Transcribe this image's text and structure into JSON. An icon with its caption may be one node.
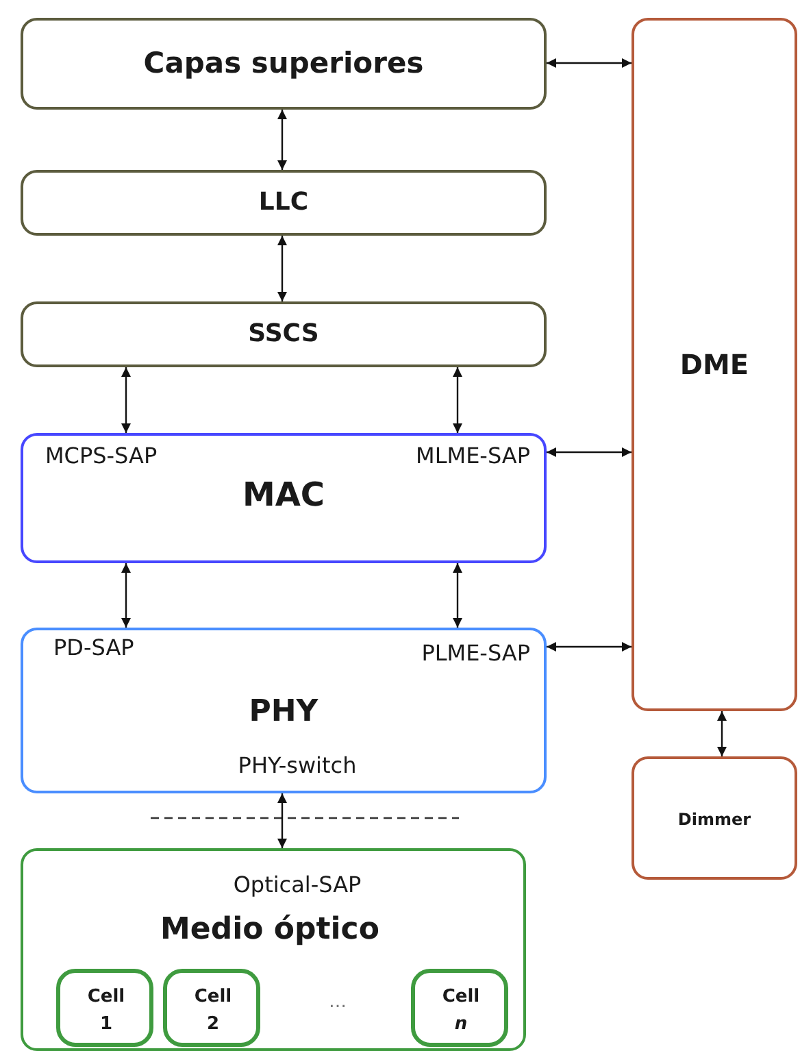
{
  "diagram": {
    "nodes": [
      {
        "text": [
          "Capas superiores"
        ]
      },
      {
        "text": [
          "LLC"
        ]
      },
      {
        "text": [
          "SSCS"
        ]
      },
      {
        "text": [
          "MCPS-SAP",
          "MLME-SAP",
          "MAC"
        ]
      },
      {
        "text": [
          "PD-SAP",
          "PLME-SAP",
          "PHY",
          "PHY-switch"
        ]
      },
      {
        "text": [
          "Optical-SAP",
          "Medio óptico"
        ]
      },
      {
        "text": [
          "Cell 1"
        ],
        "in": 5
      },
      {
        "text": [
          "Cell 2"
        ],
        "in": 5
      },
      {
        "text": [
          "Cell *n*"
        ],
        "in": 5
      },
      {
        "text": [
          "DME"
        ]
      },
      {
        "text": [
          "Dimmer"
        ]
      }
    ],
    "edges": [
      {
        "from": 0,
        "to": 1,
        "arrow": "both"
      },
      {
        "from": 1,
        "to": 2,
        "arrow": "both"
      },
      {
        "from": 2,
        "to": 3,
        "arrow": "both"
      },
      {
        "from": 2,
        "to": 3,
        "arrow": "both"
      },
      {
        "from": 3,
        "to": 4,
        "arrow": "both"
      },
      {
        "from": 3,
        "to": 4,
        "arrow": "both"
      },
      {
        "from": 4,
        "to": 5,
        "arrow": "both"
      },
      {
        "from": 0,
        "to": 9,
        "arrow": "both"
      },
      {
        "from": 3,
        "to": 9,
        "arrow": "both"
      },
      {
        "from": 4,
        "to": 9,
        "arrow": "both"
      },
      {
        "from": 9,
        "to": 10,
        "arrow": "both"
      }
    ],
    "labels": [
      "…"
    ]
  }
}
